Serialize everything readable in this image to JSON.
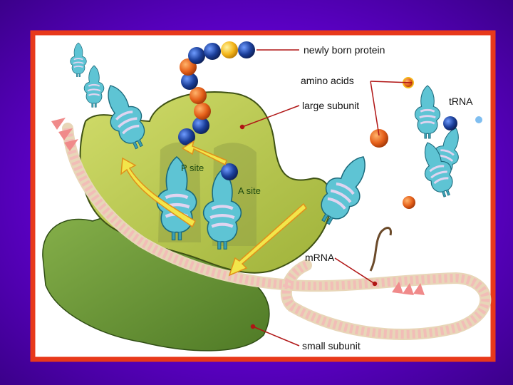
{
  "slide": {
    "background": "#6a06d8",
    "frame_border": "#e8391b",
    "frame_fill": "#ffffff"
  },
  "labels": {
    "newly_born_protein": "newly born protein",
    "amino_acids": "amino acids",
    "large_subunit": "large subunit",
    "trna": "tRNA",
    "mrna": "mRNA",
    "small_subunit": "small subunit",
    "p_site": "P site",
    "a_site": "A site"
  },
  "colors": {
    "large_subunit": "#b7c84a",
    "small_subunit": "#6f9a3a",
    "trna": "#5ec4d4",
    "amino_acid_blue": "#1b3f9a",
    "amino_acid_orange": "#e5601a",
    "arrow": "#f2e64a",
    "leader_line": "#b01515"
  },
  "icons": {
    "protein_chain": "bead-chain",
    "trna": "trna-cloverleaf",
    "arrow": "transfer-arrow"
  }
}
